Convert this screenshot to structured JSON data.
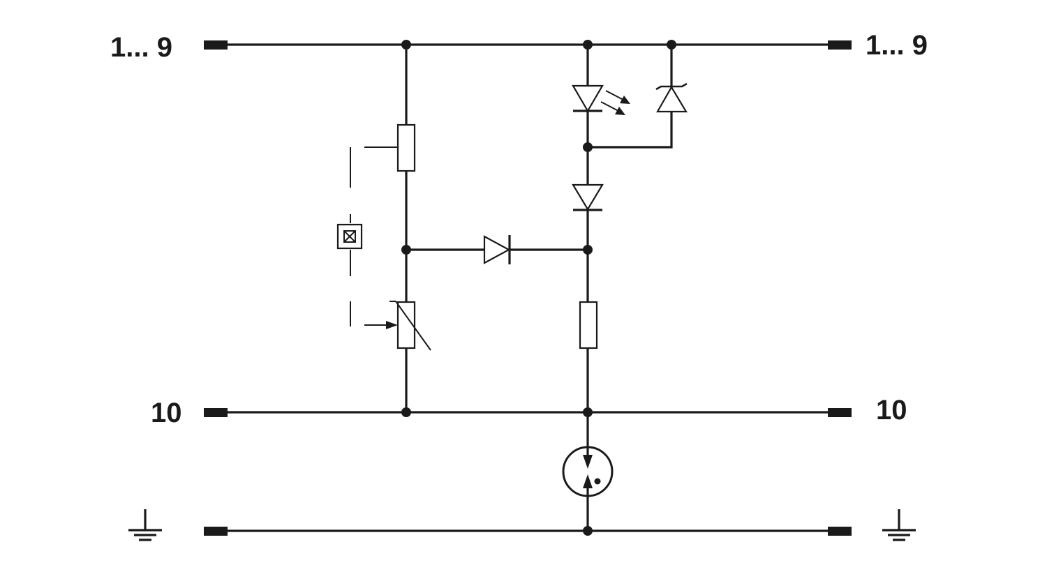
{
  "terminals": {
    "left_top": "1... 9",
    "right_top": "1... 9",
    "left_mid": "10",
    "right_mid": "10"
  },
  "ground_symbols": [
    "ground-icon",
    "ground-icon"
  ],
  "components": [
    "fuse",
    "thermal-switch",
    "varistor",
    "diode",
    "led",
    "zener-diode",
    "resistor",
    "gas-discharge-tube"
  ],
  "colors": {
    "ink": "#1a1a1a",
    "background": "#ffffff"
  }
}
